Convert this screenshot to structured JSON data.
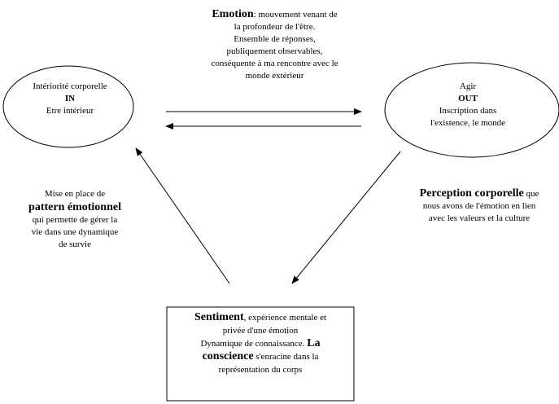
{
  "emotion": {
    "term": "Emotion",
    "rest": ": mouvement venant de",
    "lines": [
      "la profondeur de l'être.",
      "Ensemble de réponses,",
      "publiquement observables,",
      "conséquente à ma rencontre avec le",
      "monde extérieur"
    ]
  },
  "left_node": {
    "line1": "Intériorité corporelle",
    "line2": "IN",
    "line3": "Etre intérieur"
  },
  "right_node": {
    "line1": "Agir",
    "line2": "OUT",
    "line3": "Inscription dans",
    "line4": "l'existence, le monde"
  },
  "left_caption": {
    "line1": "Mise en place de",
    "term": "pattern émotionnel",
    "line3": "qui permette de gérer la",
    "line4": "vie dans une dynamique",
    "line5": "de survie"
  },
  "right_caption": {
    "term": "Perception corporelle",
    "rest": " que",
    "line2": "nous avons de l'émotion en lien",
    "line3": "avec les valeurs et la culture"
  },
  "bottom_box": {
    "term": "Sentiment",
    "rest1": ", expérience mentale et",
    "line2": "privée d'une émotion",
    "line3": "Dynamique de connaissance.",
    "term2": "La",
    "term3": "conscience",
    "rest4": " s'enracine dans la",
    "line5": "représentation du corps"
  }
}
